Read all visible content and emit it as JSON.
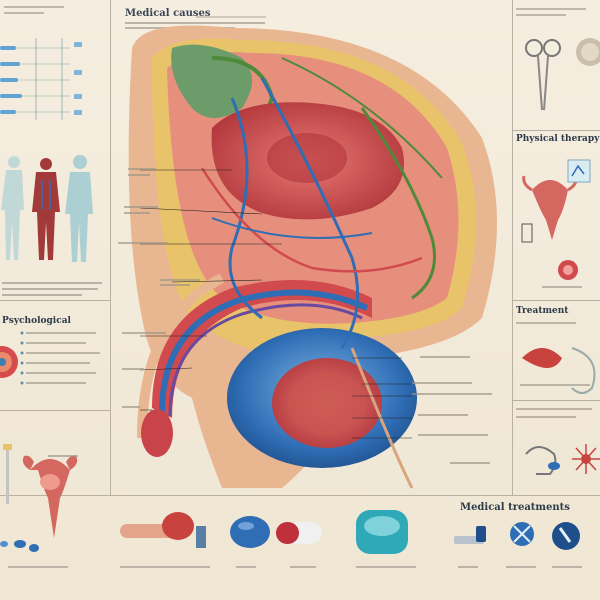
{
  "headers": {
    "top_center": "Medical causes",
    "right_top": "Physical therapy",
    "left_middle": "Psychological",
    "right_middle": "Treatment",
    "bottom_right": "Medical treatments"
  },
  "colors": {
    "background": "#f3ecdc",
    "tissue_red": "#d04a4e",
    "vein_blue": "#2f6db5",
    "nerve_green": "#4f8a3a",
    "fat_yellow": "#e9c36a",
    "skin": "#e8b792",
    "title_navy": "#2c3a4a"
  },
  "icons": [
    "scissors-icon",
    "human-figure-icon",
    "uterus-icon",
    "pill-icon",
    "capsule-icon",
    "patch-icon",
    "ring-icon",
    "syringe-icon",
    "device-icon"
  ]
}
